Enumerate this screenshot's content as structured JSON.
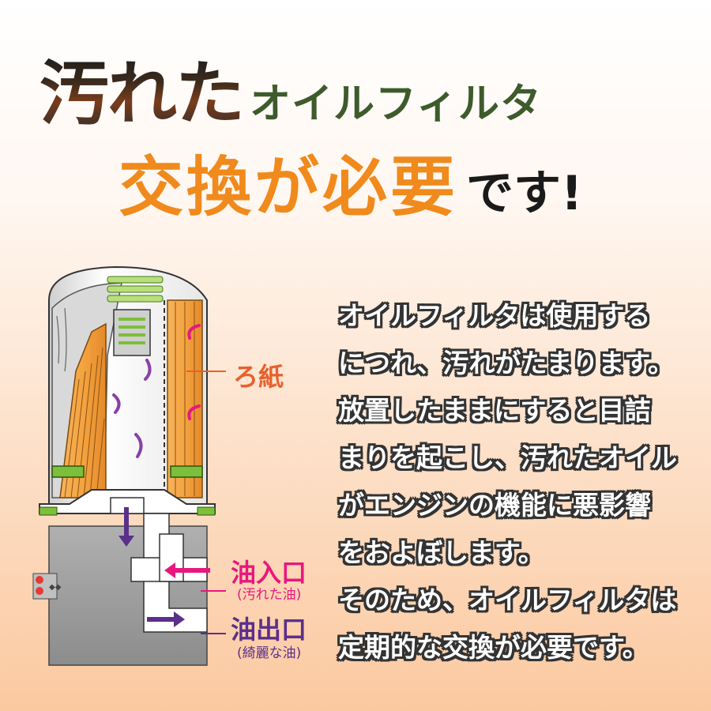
{
  "headline": {
    "dirty": "汚れた",
    "oil_filter": "オイルフィルタ",
    "replace_needed": "交換が必要",
    "desu": "です!"
  },
  "diagram": {
    "paper_label": "ろ紙",
    "inlet_label": "油入口",
    "inlet_sub": "(汚れた油)",
    "outlet_label": "油出口",
    "outlet_sub": "(綺麗な油)"
  },
  "description": {
    "lines": [
      "オイルフィルタは使用する",
      "につれ、汚れがたまります。",
      "放置したままにすると目詰",
      "まりを起こし、汚れたオイル",
      "がエンジンの機能に悪影響",
      "をおよぼします。",
      "そのため、オイルフィルタは",
      "定期的な交換が必要です。"
    ]
  },
  "colors": {
    "paper": "#f4a340",
    "green": "#7cbf3a",
    "inlet_arrow": "#e8177f",
    "outlet_arrow": "#5b2f8a",
    "orange_text": "#f08a1c"
  }
}
